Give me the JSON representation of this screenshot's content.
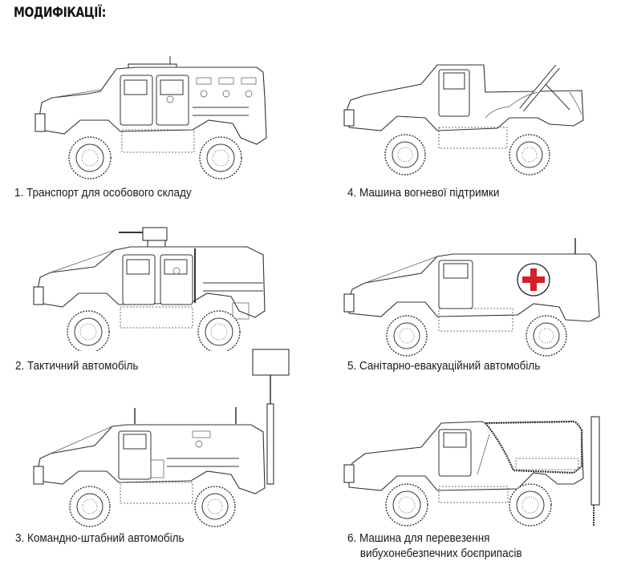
{
  "heading": "МОДИФІКАЦІЇ:",
  "modifications": [
    {
      "number": "1.",
      "label": "Транспорт для особового складу",
      "variant": "personnel-carrier"
    },
    {
      "number": "2.",
      "label": "Тактичний автомобіль",
      "variant": "tactical-vehicle"
    },
    {
      "number": "3.",
      "label": "Командно-штабний автомобіль",
      "variant": "command-staff-vehicle"
    },
    {
      "number": "4.",
      "label": "Машина вогневої підтримки",
      "variant": "fire-support-vehicle"
    },
    {
      "number": "5.",
      "label": "Санітарно-евакуаційний автомобіль",
      "variant": "medical-evacuation-vehicle"
    },
    {
      "number": "6.",
      "label_line1": "Машина для перевезення",
      "label_line2": "вибухонебезпечних боєприпасів",
      "variant": "explosive-ordnance-transport"
    }
  ],
  "colors": {
    "line": "#333333",
    "medical_cross": "#d3202a",
    "text": "#1a1a1a"
  }
}
